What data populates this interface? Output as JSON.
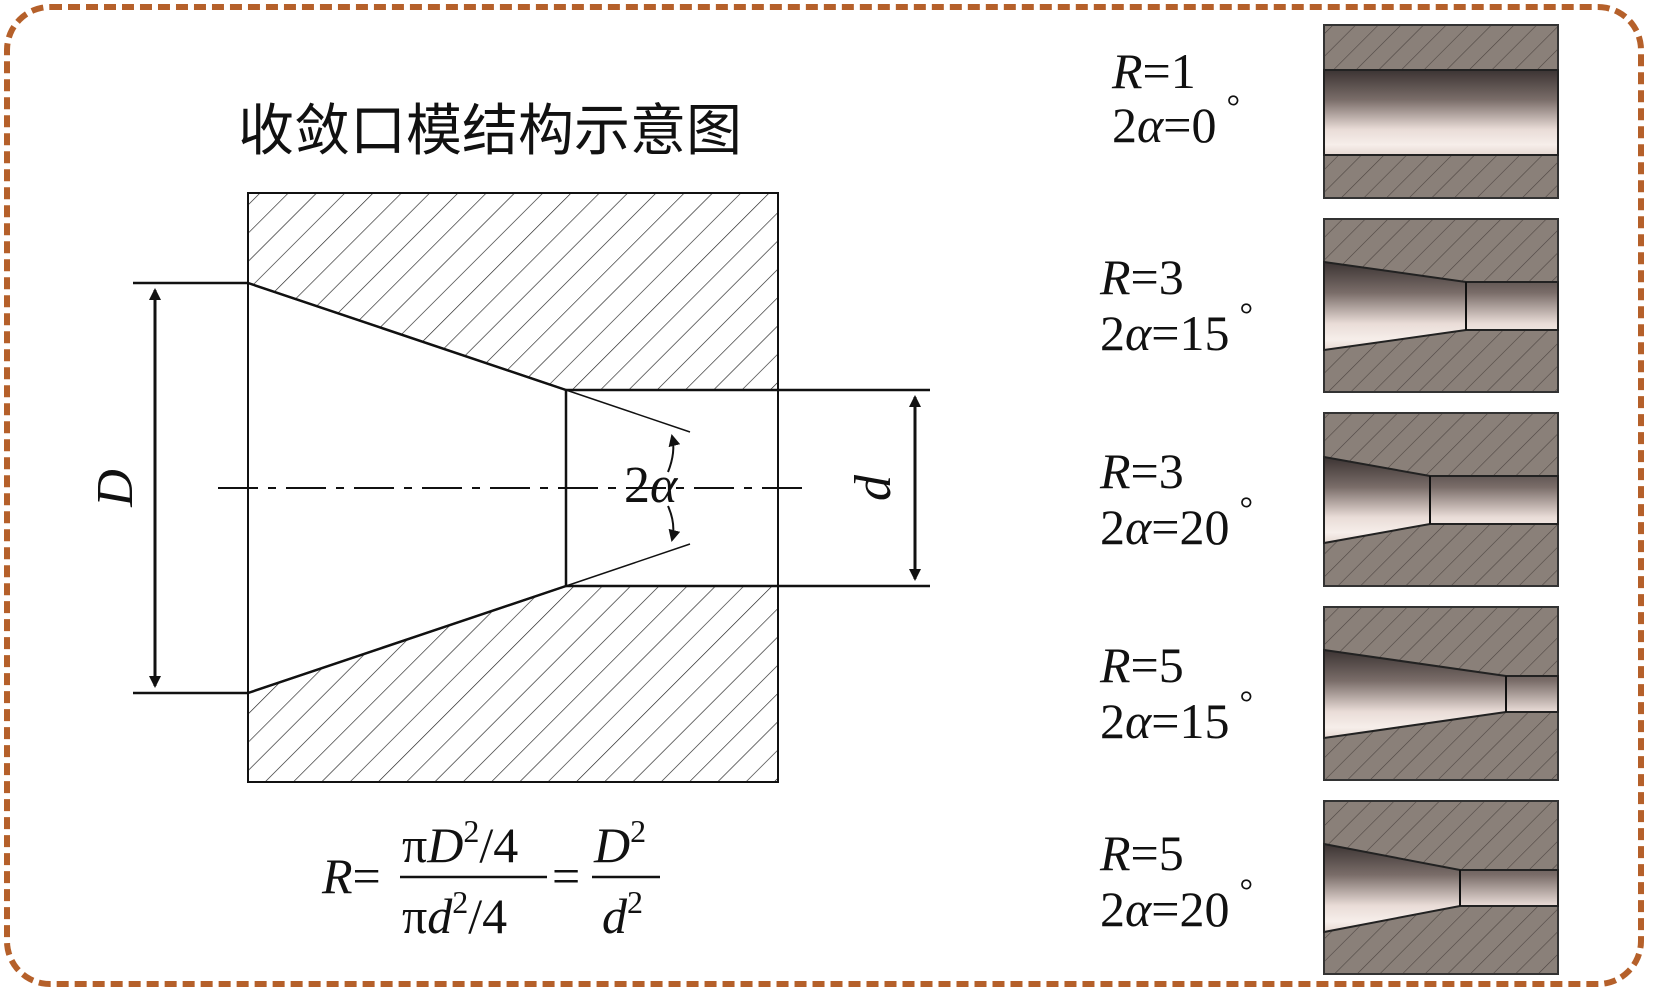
{
  "title": "收敛口模结构示意图",
  "schematic": {
    "label_D": "D",
    "label_d": "d",
    "label_2alpha_num": "2",
    "label_2alpha_sym": "α"
  },
  "formula": {
    "lhs": "R",
    "eq": "=",
    "pi": "π",
    "D": "D",
    "d": "d",
    "sq": "2",
    "div4": "/4"
  },
  "dies": [
    {
      "r_label": "R",
      "r_value": "=1",
      "a_num": "2",
      "a_sym": "α",
      "a_value": "=0",
      "deg": "°"
    },
    {
      "r_label": "R",
      "r_value": "=3",
      "a_num": "2",
      "a_sym": "α",
      "a_value": "=15",
      "deg": "°"
    },
    {
      "r_label": "R",
      "r_value": "=3",
      "a_num": "2",
      "a_sym": "α",
      "a_value": "=20",
      "deg": "°"
    },
    {
      "r_label": "R",
      "r_value": "=5",
      "a_num": "2",
      "a_sym": "α",
      "a_value": "=15",
      "deg": "°"
    },
    {
      "r_label": "R",
      "r_value": "=5",
      "a_num": "2",
      "a_sym": "α",
      "a_value": "=20",
      "deg": "°"
    }
  ],
  "colors": {
    "frame_border": "#b5602a",
    "die_body": "#8a8079",
    "bore_dark": "#3c3433",
    "bore_light": "#f6eeea",
    "line": "#111111"
  }
}
